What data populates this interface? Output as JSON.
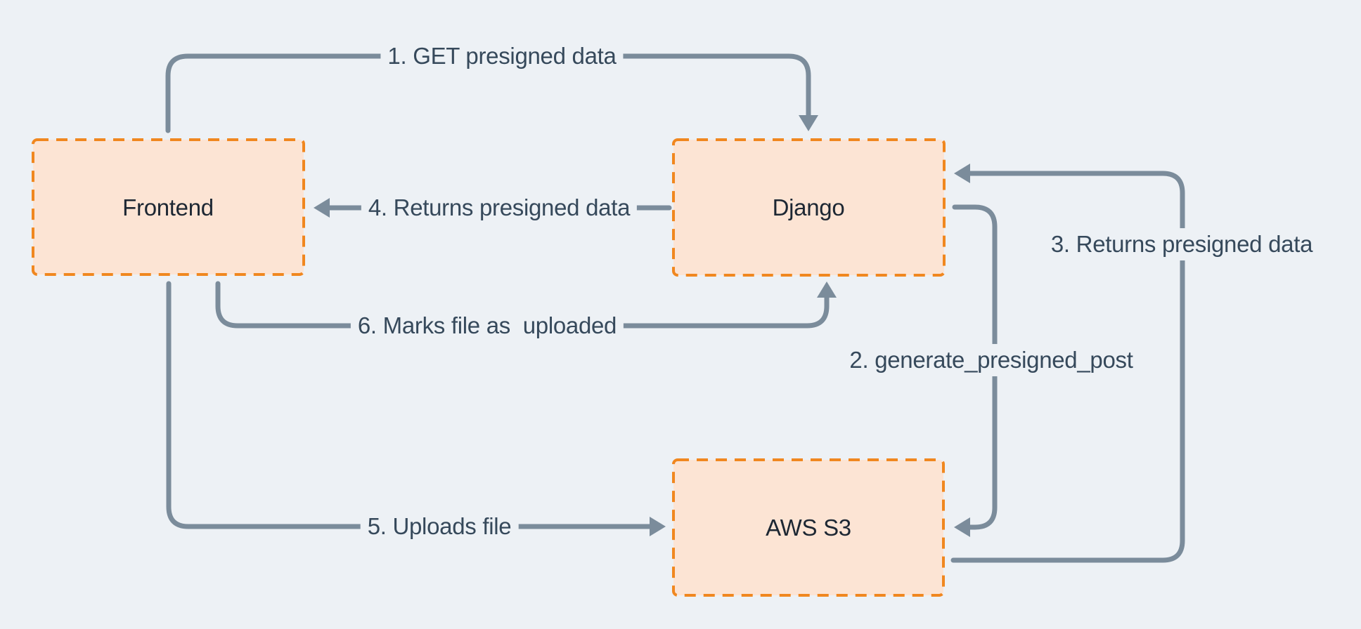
{
  "diagram": {
    "type": "flowchart",
    "background_color": "#edf1f5",
    "node_fill_color": "#fce4d4",
    "node_border_color": "#f0871f",
    "line_color": "#7b8c9b",
    "edge_label_color": "#36495b",
    "node_label_color": "#1d2733",
    "nodes": [
      {
        "id": "frontend",
        "label": "Frontend"
      },
      {
        "id": "django",
        "label": "Django"
      },
      {
        "id": "aws-s3",
        "label": "AWS S3"
      }
    ],
    "edges": [
      {
        "id": "1",
        "from": "Frontend",
        "to": "Django",
        "label": "1. GET presigned data"
      },
      {
        "id": "2",
        "from": "Django",
        "to": "AWS S3",
        "label": "2. generate_presigned_post"
      },
      {
        "id": "3",
        "from": "AWS S3",
        "to": "Django",
        "label": "3. Returns presigned data"
      },
      {
        "id": "4",
        "from": "Django",
        "to": "Frontend",
        "label": "4. Returns presigned data"
      },
      {
        "id": "5",
        "from": "Frontend",
        "to": "AWS S3",
        "label": "5. Uploads file"
      },
      {
        "id": "6",
        "from": "Frontend",
        "to": "Django",
        "label": "6. Marks file as  uploaded"
      }
    ]
  }
}
